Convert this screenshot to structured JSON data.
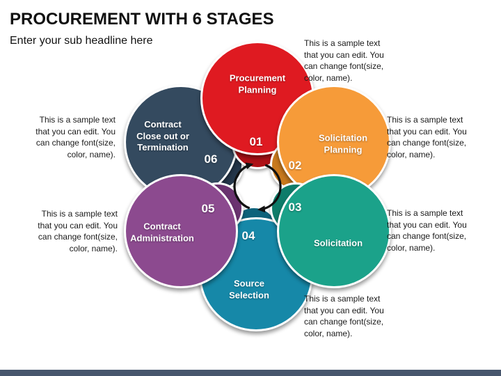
{
  "slide": {
    "title": "PROCUREMENT WITH 6 STAGES",
    "subtitle": "Enter your sub headline here"
  },
  "sample_text": [
    "This is a sample text",
    "that you can edit. You",
    "can change font(size,",
    "color, name)."
  ],
  "stages": [
    {
      "number": "01",
      "label_lines": [
        "Procurement",
        "Planning"
      ],
      "color": "#DF1A21",
      "dark_color": "#AE1016"
    },
    {
      "number": "02",
      "label_lines": [
        "Solicitation",
        "Planning"
      ],
      "color": "#F69B39",
      "dark_color": "#C8791D"
    },
    {
      "number": "03",
      "label_lines": [
        "Solicitation"
      ],
      "color": "#1BA28A",
      "dark_color": "#0E7C6A"
    },
    {
      "number": "04",
      "label_lines": [
        "Source",
        "Selection"
      ],
      "color": "#1688A8",
      "dark_color": "#0D627B"
    },
    {
      "number": "05",
      "label_lines": [
        "Contract",
        "Administration"
      ],
      "color": "#8C4A8F",
      "dark_color": "#6B3370"
    },
    {
      "number": "06",
      "label_lines": [
        "Contract",
        "Close out or",
        "Termination"
      ],
      "color": "#344A5F",
      "dark_color": "#24364A"
    }
  ],
  "icons": {
    "center": "cycle-arrows-icon"
  },
  "colors": {
    "footer_bar": "#47566D",
    "arrow_stroke": "#111111"
  }
}
